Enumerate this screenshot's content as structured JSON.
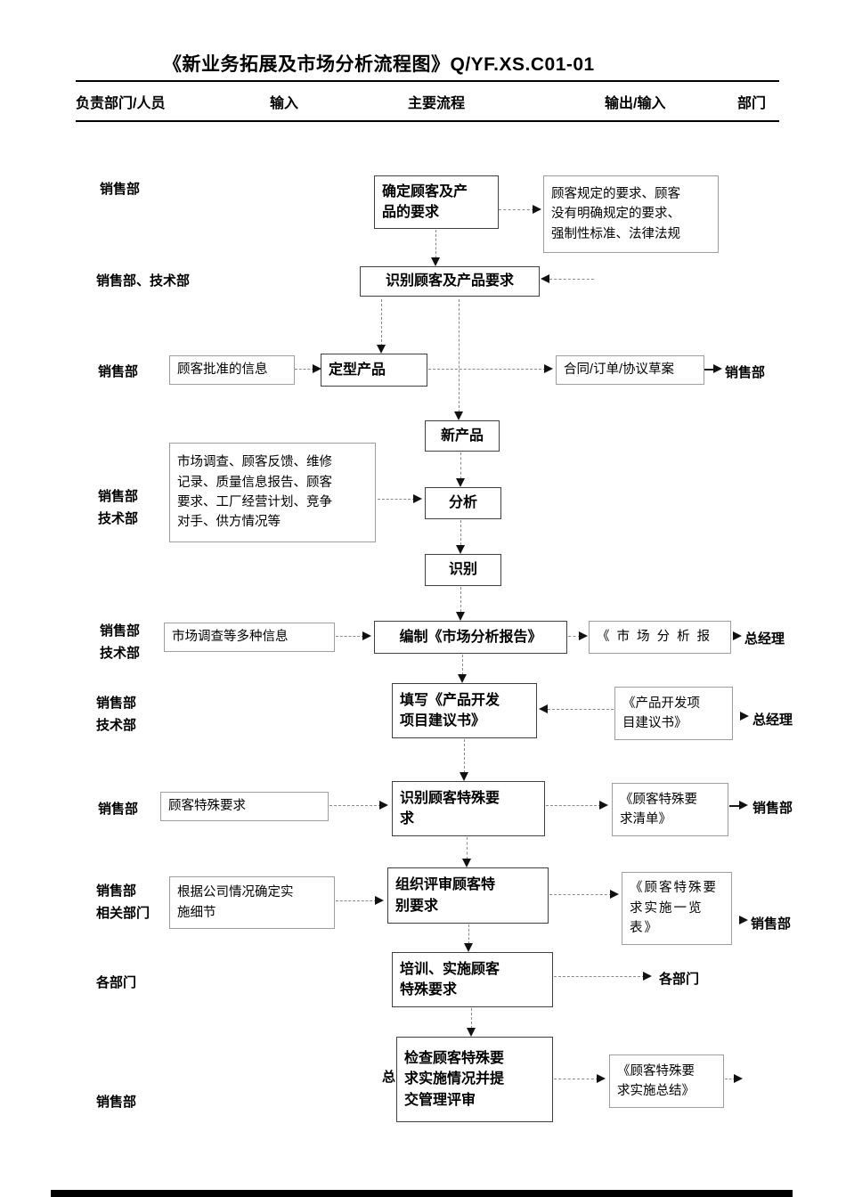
{
  "title": "《新业务拓展及市场分析流程图》Q/YF.XS.C01-01",
  "header": {
    "c1": "负责部门/人员",
    "c2": "输入",
    "c3": "主要流程",
    "c4": "输出/输入",
    "c5": "部门"
  },
  "labels": {
    "l1": "销售部",
    "l2": "销售部、技术部",
    "l3": "销售部",
    "l5a": "销售部",
    "l5b": "技术部",
    "l7a": "销售部",
    "l7b": "技术部",
    "l8a": "销售部",
    "l8b": "技术部",
    "l9": "销售部",
    "l10a": "销售部",
    "l10b": "相关部门",
    "l11": "各部门",
    "l12": "销售部",
    "l12_partial": "总",
    "r3": "销售部",
    "r7": "总经理",
    "r8": "总经理",
    "r9": "销售部",
    "r10": "销售部",
    "r11": "各部门"
  },
  "steps": {
    "s1": "确定顾客及产\n品的要求",
    "s2": "识别顾客及产品要求",
    "s3": "定型产品",
    "s4": "新产品",
    "s5": "分析",
    "s6": "识别",
    "s7": "编制《市场分析报告》",
    "s8": "填写《产品开发\n项目建议书》",
    "s9": "识别顾客特殊要\n求",
    "s10": "组织评审顾客特\n别要求",
    "s11": "培训、实施顾客\n特殊要求",
    "s12": "检查顾客特殊要\n求实施情况并提\n交管理评审"
  },
  "inputs": {
    "i1": "顾客批准的信息",
    "i2": "市场调查、顾客反馈、维修\n记录、质量信息报告、顾客\n要求、工厂经营计划、竞争\n对手、供方情况等",
    "i3": "市场调查等多种信息",
    "i4": "顾客特殊要求",
    "i5": "根据公司情况确定实\n施细节"
  },
  "outputs": {
    "o1": "顾客规定的要求、顾客\n没有明确规定的要求、\n强制性标准、法律法规",
    "o2": "合同/订单/协议草案",
    "o3": "《 市 场 分 析 报",
    "o4": "《产品开发项\n目建议书》",
    "o5": "《顾客特殊要\n求清单》",
    "o6": "《顾客特殊要\n求实施一览\n表》",
    "o7": "《顾客特殊要\n求实施总结》"
  }
}
